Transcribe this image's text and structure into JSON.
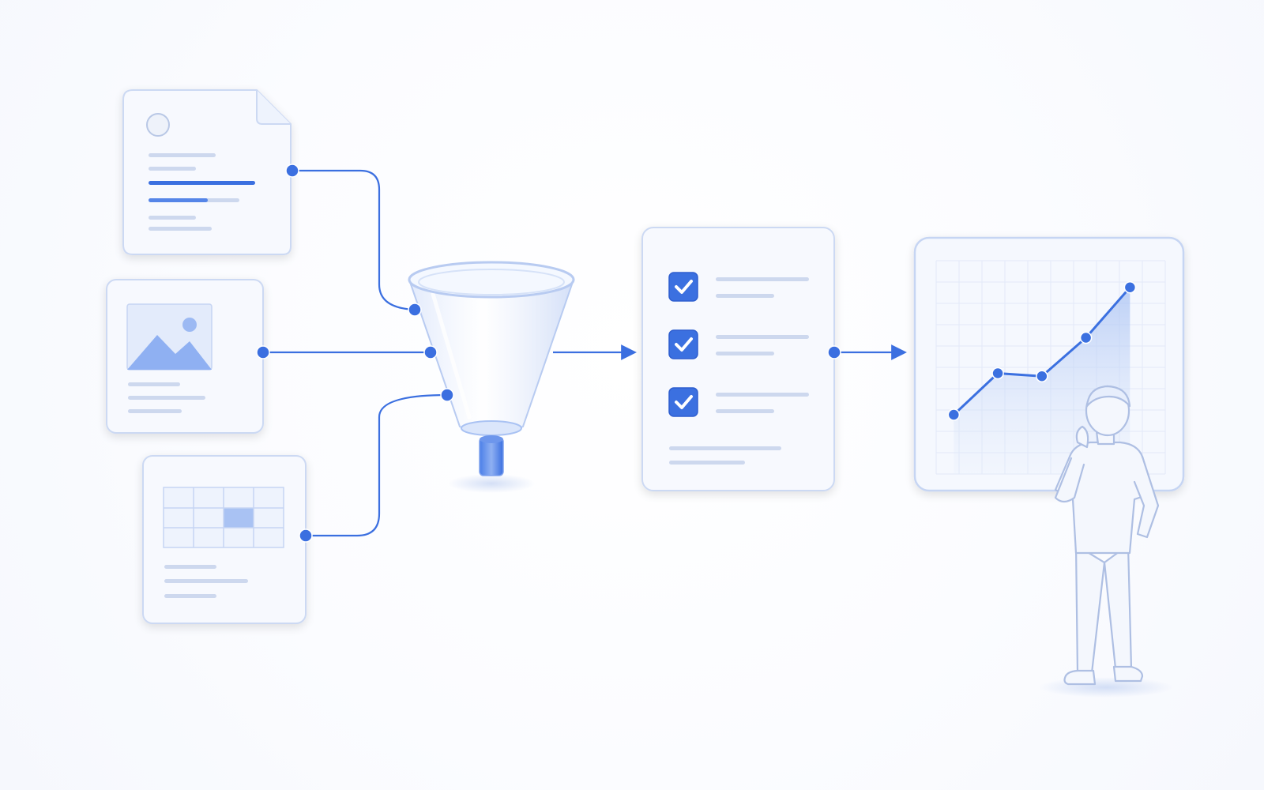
{
  "colors": {
    "accent": "#3b6fe0",
    "accent_light": "#8fb0f2",
    "panel_fill": "#f7f9fe",
    "panel_stroke": "#ccd9f3",
    "line_gray": "#cdd8ee",
    "checkbox": "#3b6fe0"
  },
  "inputs": [
    {
      "kind": "document",
      "icon": "document-icon"
    },
    {
      "kind": "image",
      "icon": "image-icon"
    },
    {
      "kind": "table",
      "icon": "table-icon"
    }
  ],
  "processor": {
    "icon": "funnel-icon"
  },
  "checklist": {
    "items_checked": [
      true,
      true,
      true
    ]
  },
  "chart_data": {
    "type": "line",
    "x": [
      1,
      2,
      3,
      4,
      5
    ],
    "y": [
      2,
      3.4,
      3.3,
      4.6,
      6.3
    ],
    "xlim": [
      0.6,
      5.8
    ],
    "ylim": [
      0,
      7.2
    ],
    "grid": true,
    "fill_under": true
  },
  "figure": {
    "icon": "person-icon",
    "pose": "thinking"
  }
}
